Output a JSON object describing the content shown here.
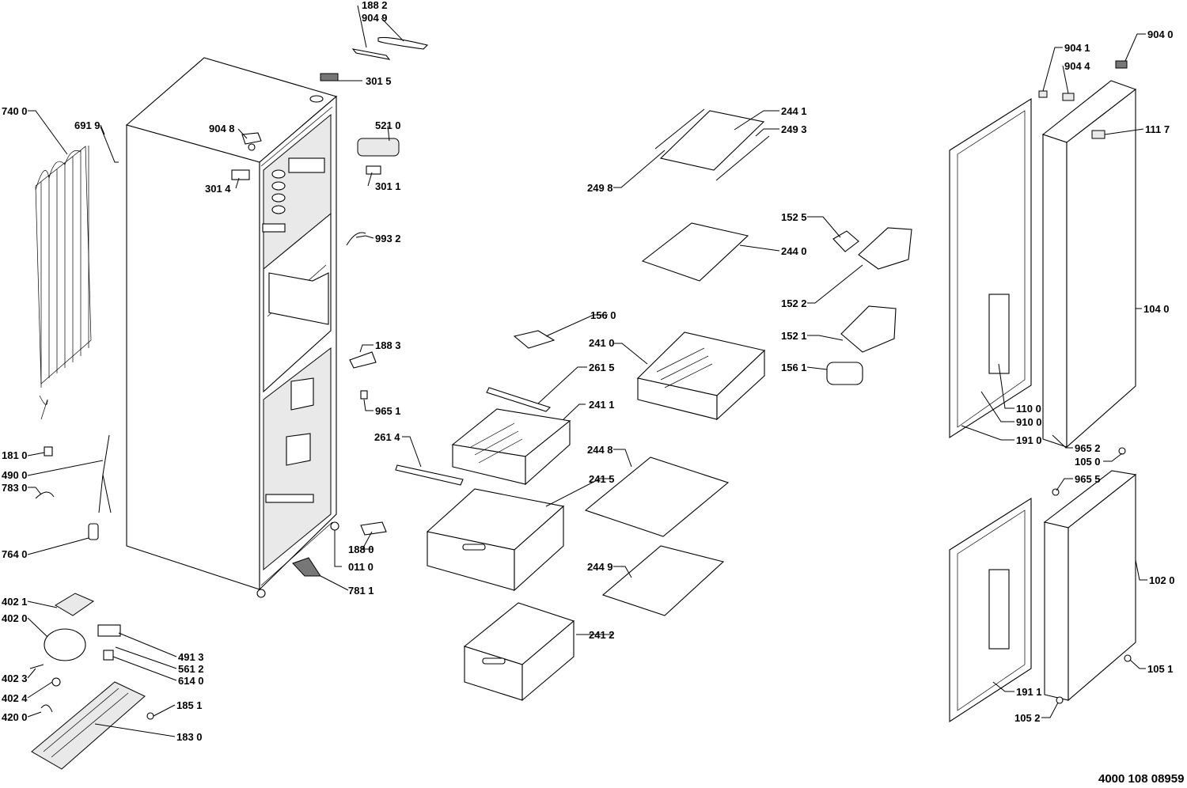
{
  "diagram": {
    "reference_number": "4000 108 08959",
    "labels": {
      "l1882": "188 2",
      "l9049": "904 9",
      "l3015": "301 5",
      "l9048": "904 8",
      "l3014": "301 4",
      "l5210": "521 0",
      "l3011": "301 1",
      "l9932": "993 2",
      "l7400": "740 0",
      "l6919": "691 9",
      "l1883": "188 3",
      "l9651": "965 1",
      "l1810": "181 0",
      "l4900": "490 0",
      "l7830": "783 0",
      "l7640": "764 0",
      "l1880": "188 0",
      "l0110": "011 0",
      "l7811": "781 1",
      "l4021": "402 1",
      "l4020": "402 0",
      "l4023": "402 3",
      "l4024": "402 4",
      "l4200": "420 0",
      "l4913": "491 3",
      "l5612": "561 2",
      "l6140": "614 0",
      "l1851": "185 1",
      "l1830": "183 0",
      "l2441": "244 1",
      "l2493": "249 3",
      "l2498": "249 8",
      "l2440": "244 0",
      "l1525": "152 5",
      "l1522": "152 2",
      "l1521": "152 1",
      "l1561": "156 1",
      "l1560": "156 0",
      "l2410": "241 0",
      "l2615": "261 5",
      "l2411": "241 1",
      "l2614": "261 4",
      "l2448": "244 8",
      "l2415": "241 5",
      "l2449": "244 9",
      "l2412": "241 2",
      "l9040": "904 0",
      "l9041": "904 1",
      "l9044": "904 4",
      "l1117": "111 7",
      "l1040": "104 0",
      "l1100": "110 0",
      "l9100": "910 0",
      "l1910": "191 0",
      "l9652": "965 2",
      "l1050": "105 0",
      "l9655": "965 5",
      "l1020": "102 0",
      "l1051": "105 1",
      "l1911": "191 1",
      "l1052": "105 2"
    }
  }
}
